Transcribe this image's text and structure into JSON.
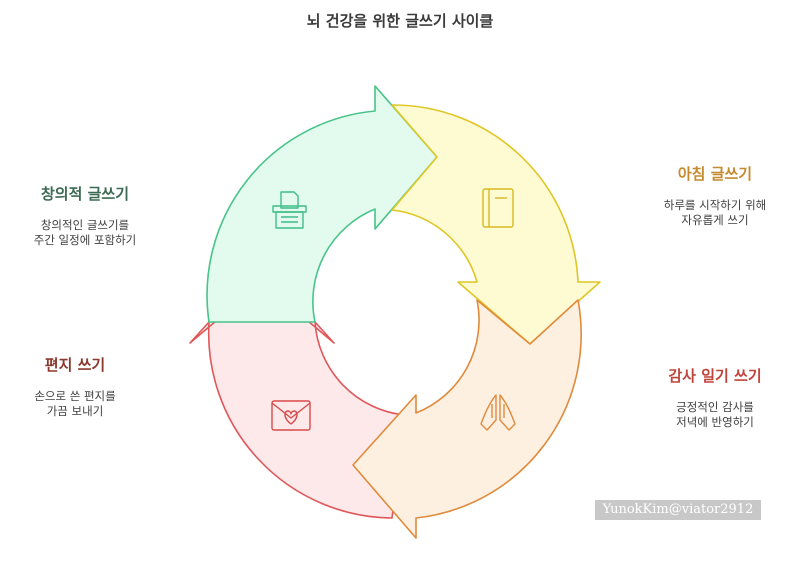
{
  "title": "뇌 건강을 위한 글쓰기 사이클",
  "stages": {
    "creative": {
      "heading": "창의적 글쓰기",
      "desc_line1": "창의적인 글쓰기를",
      "desc_line2": "주간 일정에 포함하기",
      "icon": "typewriter-icon",
      "color": "#4caf7e"
    },
    "morning": {
      "heading": "아침 글쓰기",
      "desc_line1": "하루를 시작하기 위해",
      "desc_line2": "자유롭게 쓰기",
      "icon": "notebook-icon",
      "color": "#c48a2e"
    },
    "gratitude": {
      "heading": "감사 일기 쓰기",
      "desc_line1": "긍정적인 감사를",
      "desc_line2": "저녁에 반영하기",
      "icon": "praying-hands-icon",
      "color": "#c0453a"
    },
    "letter": {
      "heading": "편지 쓰기",
      "desc_line1": "손으로 쓴 편지를",
      "desc_line2": "가끔 보내기",
      "icon": "envelope-heart-icon",
      "color": "#8b3a2e"
    }
  },
  "watermark": "YunokKim@viator2912"
}
